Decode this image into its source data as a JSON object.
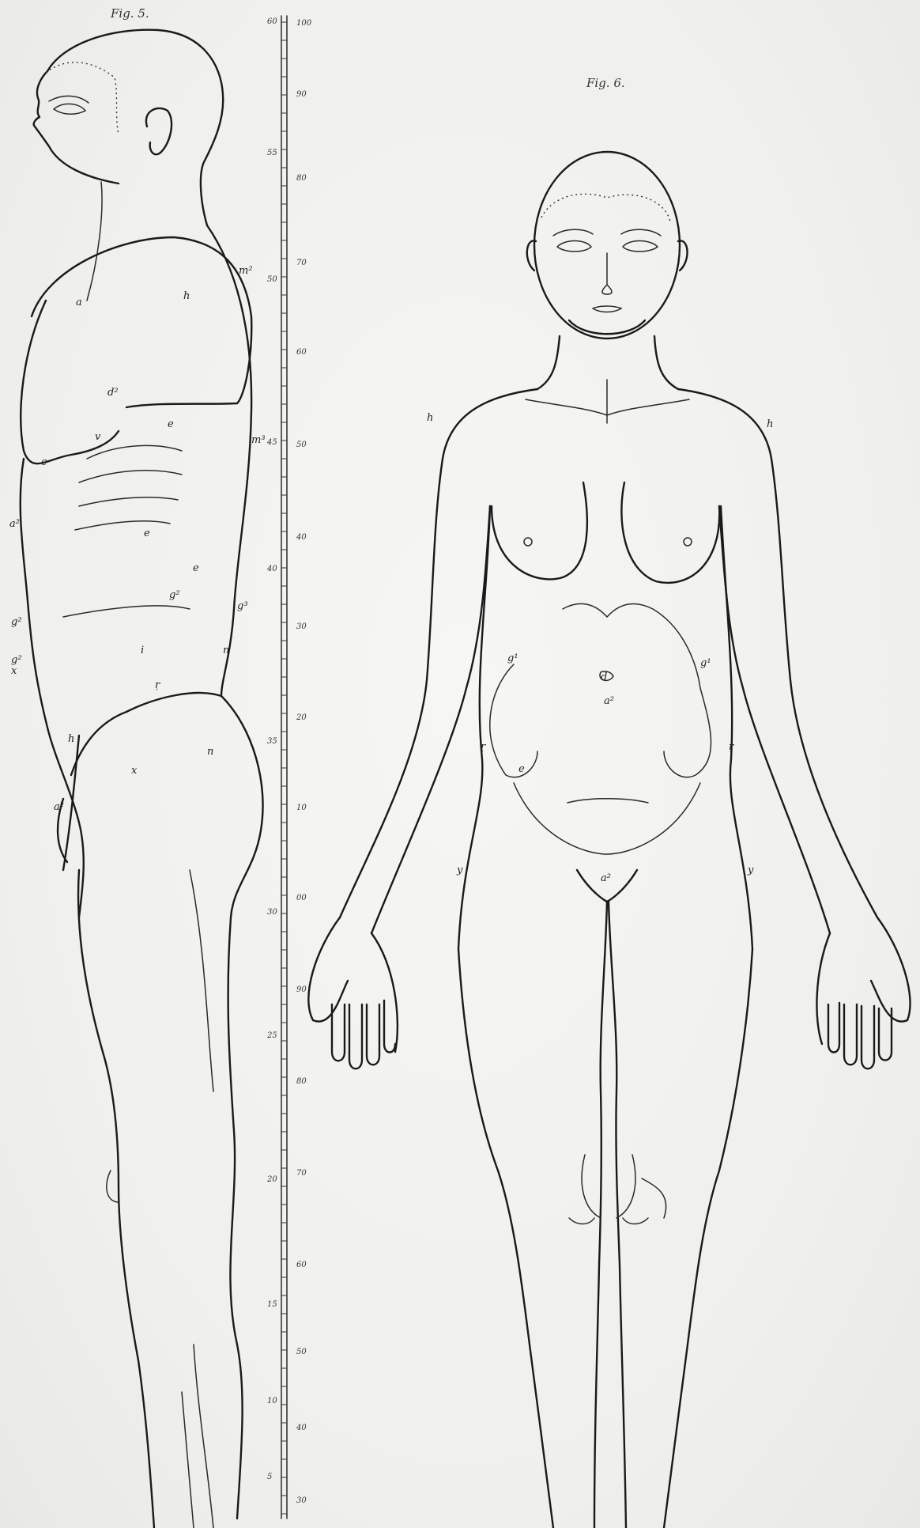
{
  "figures": {
    "left_caption": "Fig. 5.",
    "right_caption": "Fig. 6."
  },
  "scale": {
    "labels_right": [
      "100",
      "90",
      "80",
      "70",
      "60",
      "50",
      "40",
      "30",
      "20",
      "10",
      "00",
      "90",
      "80",
      "70",
      "60",
      "50",
      "40",
      "30"
    ],
    "labels_left": [
      "60",
      "55",
      "50",
      "45",
      "40",
      "35",
      "30",
      "25",
      "20",
      "15",
      "10",
      "5"
    ]
  },
  "left_figure_labels": [
    "h",
    "m²",
    "a",
    "d²",
    "e",
    "v",
    "e",
    "m³",
    "e",
    "a²",
    "e",
    "g²",
    "g²",
    "g³",
    "g²",
    "x",
    "i",
    "n",
    "ŗ",
    "h",
    "x",
    "n",
    "a²"
  ],
  "right_figure_labels": [
    "h",
    "h",
    "g¹",
    "g¹",
    "d",
    "a²",
    "ŗ",
    "ŗ",
    "e",
    "y",
    "y",
    "a²"
  ]
}
